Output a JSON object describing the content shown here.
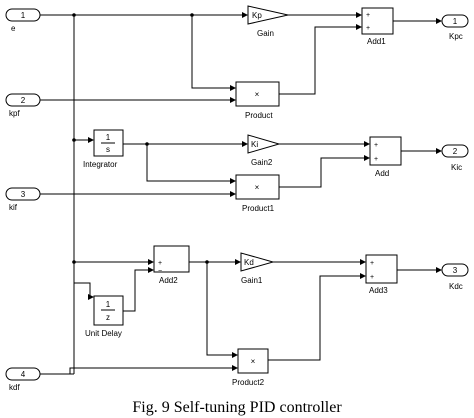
{
  "inports": [
    {
      "number": "1",
      "label": "e"
    },
    {
      "number": "2",
      "label": "kpf"
    },
    {
      "number": "3",
      "label": "kif"
    },
    {
      "number": "4",
      "label": "kdf"
    }
  ],
  "outports": [
    {
      "number": "1",
      "label": "Kpc"
    },
    {
      "number": "2",
      "label": "Kic"
    },
    {
      "number": "3",
      "label": "Kdc"
    }
  ],
  "gains": [
    {
      "symbol": "Kp",
      "label": "Gain"
    },
    {
      "symbol": "Ki",
      "label": "Gain2"
    },
    {
      "symbol": "Kd",
      "label": "Gain1"
    }
  ],
  "products": [
    {
      "symbol": "×",
      "label": "Product"
    },
    {
      "symbol": "×",
      "label": "Product1"
    },
    {
      "symbol": "×",
      "label": "Product2"
    }
  ],
  "sums": [
    {
      "label": "Add1",
      "signs": [
        "+",
        "+"
      ]
    },
    {
      "label": "Add",
      "signs": [
        "+",
        "+"
      ]
    },
    {
      "label": "Add2",
      "signs": [
        "+",
        "−"
      ]
    },
    {
      "label": "Add3",
      "signs": [
        "+",
        "+"
      ]
    }
  ],
  "integrator": {
    "numerator": "1",
    "denominator": "s",
    "label": "Integrator"
  },
  "unit_delay": {
    "numerator": "1",
    "denominator": "z",
    "label": "Unit Delay"
  },
  "caption": "Fig. 9 Self-tuning PID controller"
}
